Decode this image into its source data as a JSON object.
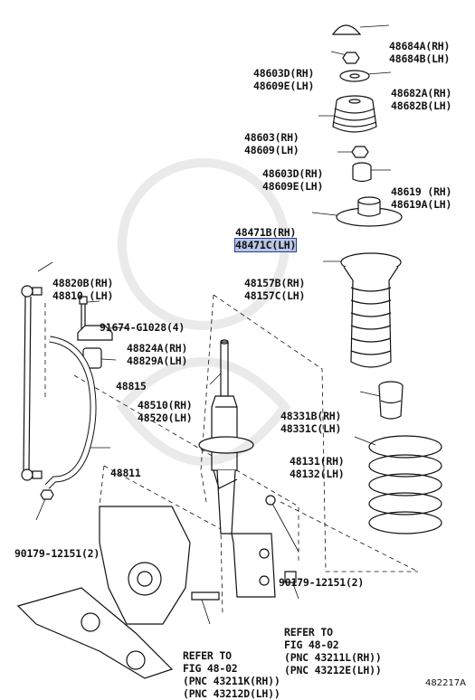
{
  "parts": [
    {
      "lines": [
        "48684A(RH)",
        "48684B(LH)"
      ]
    },
    {
      "lines": [
        "48603D(RH)",
        "48609E(LH)"
      ]
    },
    {
      "lines": [
        "48682A(RH)",
        "48682B(LH)"
      ]
    },
    {
      "lines": [
        "48603(RH)",
        "48609(LH)"
      ]
    },
    {
      "lines": [
        "48603D(RH)",
        "48609E(LH)"
      ]
    },
    {
      "lines": [
        "48619 (RH)",
        "48619A(LH)"
      ]
    },
    {
      "lines": [
        "48471B(RH)",
        "48471C(LH)"
      ],
      "highlight_line": 1
    },
    {
      "lines": [
        "48157B(RH)",
        "48157C(LH)"
      ]
    },
    {
      "lines": [
        "48820B(RH)",
        "48810 (LH)"
      ]
    },
    {
      "lines": [
        "91674-G1028(4)"
      ]
    },
    {
      "lines": [
        "48824A(RH)",
        "48829A(LH)"
      ]
    },
    {
      "lines": [
        "48815"
      ]
    },
    {
      "lines": [
        "48510(RH)",
        "48520(LH)"
      ]
    },
    {
      "lines": [
        "48331B(RH)",
        "48331C(LH)"
      ]
    },
    {
      "lines": [
        "48131(RH)",
        "48132(LH)"
      ]
    },
    {
      "lines": [
        "48811"
      ]
    },
    {
      "lines": [
        "90179-12151(2)"
      ]
    },
    {
      "lines": [
        "90179-12151(2)"
      ]
    }
  ],
  "references": [
    {
      "lines": [
        "REFER TO",
        "FIG 48-02",
        "(PNC 43211L(RH))",
        "(PNC 43212E(LH))"
      ]
    },
    {
      "lines": [
        "REFER TO",
        "FIG 48-02",
        "(PNC 43211K(RH))",
        "(PNC 43212D(LH))"
      ]
    }
  ],
  "figure_id": "482217A",
  "highlight_color": "#b9c6e6"
}
